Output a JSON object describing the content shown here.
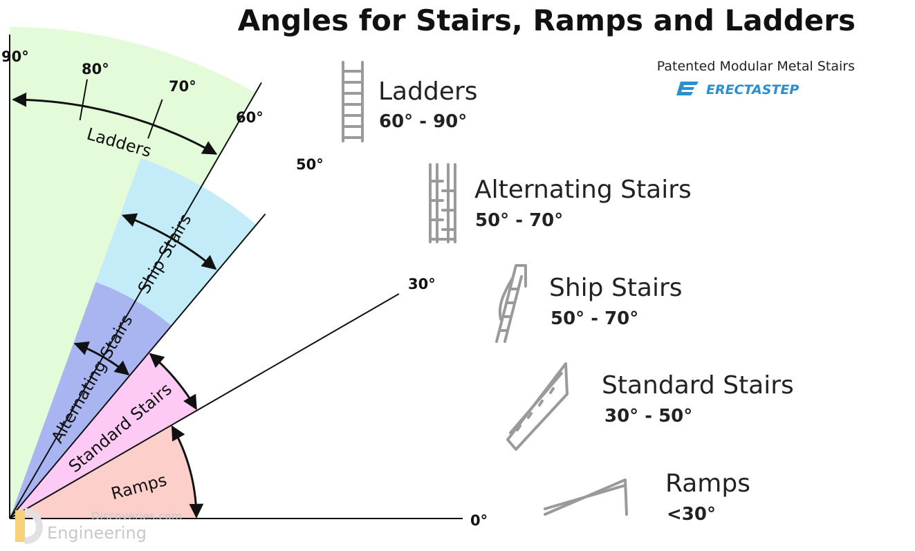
{
  "title": "Angles for Stairs, Ramps and Ladders",
  "brand": {
    "tagline": "Patented Modular Metal Stairs",
    "name": "ERECTASTEP"
  },
  "watermark": {
    "line1": "Discoveries.com",
    "line2": "Engineering"
  },
  "angle_labels": [
    "0°",
    "30°",
    "50°",
    "60°",
    "70°",
    "80°",
    "90°"
  ],
  "zones": [
    {
      "label": "Ramps",
      "from": 0,
      "to": 30,
      "color": "#fccfca"
    },
    {
      "label": "Standard Stairs",
      "from": 30,
      "to": 50,
      "color": "#fccaf5"
    },
    {
      "label": "Alternating Stairs",
      "from": 50,
      "to": 70,
      "color": "#a8b2f0"
    },
    {
      "label": "Ship Stairs",
      "from": 50,
      "to": 70,
      "color": "#c3ecf8"
    },
    {
      "label": "Ladders",
      "from": 60,
      "to": 90,
      "color": "#e3fbd8"
    }
  ],
  "categories": [
    {
      "name": "Ladders",
      "range": "60° - 90°",
      "icon": "ladder-icon"
    },
    {
      "name": "Alternating Stairs",
      "range": "50° - 70°",
      "icon": "alternating-stairs-icon"
    },
    {
      "name": "Ship Stairs",
      "range": "50° - 70°",
      "icon": "ship-stairs-icon"
    },
    {
      "name": "Standard Stairs",
      "range": "30° - 50°",
      "icon": "standard-stairs-icon"
    },
    {
      "name": "Ramps",
      "range": "<30°",
      "icon": "ramp-icon"
    }
  ]
}
